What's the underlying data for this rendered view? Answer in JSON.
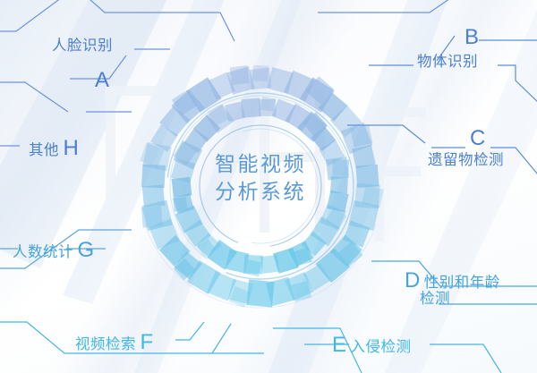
{
  "diagram": {
    "center": {
      "line1": "智能视频",
      "line2": "分析系统"
    },
    "colors": {
      "blue": "#4a7fd4",
      "cyan": "#3fb8e6",
      "center_text": "#5b9ad6",
      "segment_top": "#8fb0e0",
      "segment_bottom": "#62c6e8",
      "background": "#f7fafd"
    },
    "labels": [
      {
        "key": "A",
        "letter": "A",
        "text": "人脸识别",
        "tone": "blue"
      },
      {
        "key": "B",
        "letter": "B",
        "text": "物体识别",
        "tone": "blue"
      },
      {
        "key": "C",
        "letter": "C",
        "text": "遗留物检测",
        "tone": "blue"
      },
      {
        "key": "D",
        "letter": "D",
        "text": "性别和年龄",
        "text2": "检测",
        "tone": "mid"
      },
      {
        "key": "E",
        "letter": "E",
        "text": "入侵检测",
        "tone": "cyan"
      },
      {
        "key": "F",
        "letter": "F",
        "text": "视频检索",
        "tone": "cyan"
      },
      {
        "key": "G",
        "letter": "G",
        "text": "人数统计",
        "tone": "mid"
      },
      {
        "key": "H",
        "letter": "H",
        "text": "其他",
        "tone": "blue"
      }
    ]
  }
}
